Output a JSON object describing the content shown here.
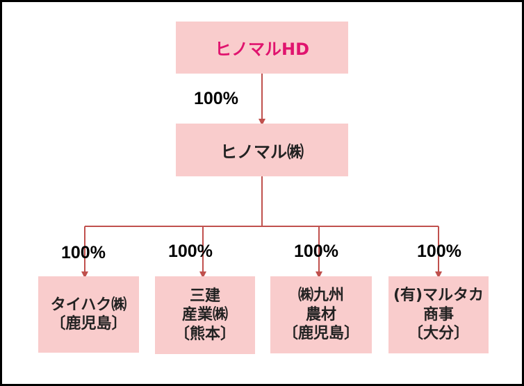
{
  "colors": {
    "box_fill": "#f9cccc",
    "connector": "#c0504d",
    "top_text": "#e0146e"
  },
  "top": {
    "label": "ヒノマルHD"
  },
  "middle": {
    "label": "ヒノマル㈱",
    "share": "100%"
  },
  "children": [
    {
      "lines": [
        "タイハク㈱",
        "〔鹿児島〕"
      ],
      "share": "100%"
    },
    {
      "lines": [
        "三建",
        "産業㈱",
        "〔熊本〕"
      ],
      "share": "100%"
    },
    {
      "lines": [
        "㈱九州",
        "農材",
        "〔鹿児島〕"
      ],
      "share": "100%"
    },
    {
      "lines": [
        "(有)マルタカ",
        "商事",
        "〔大分〕"
      ],
      "share": "100%"
    }
  ]
}
